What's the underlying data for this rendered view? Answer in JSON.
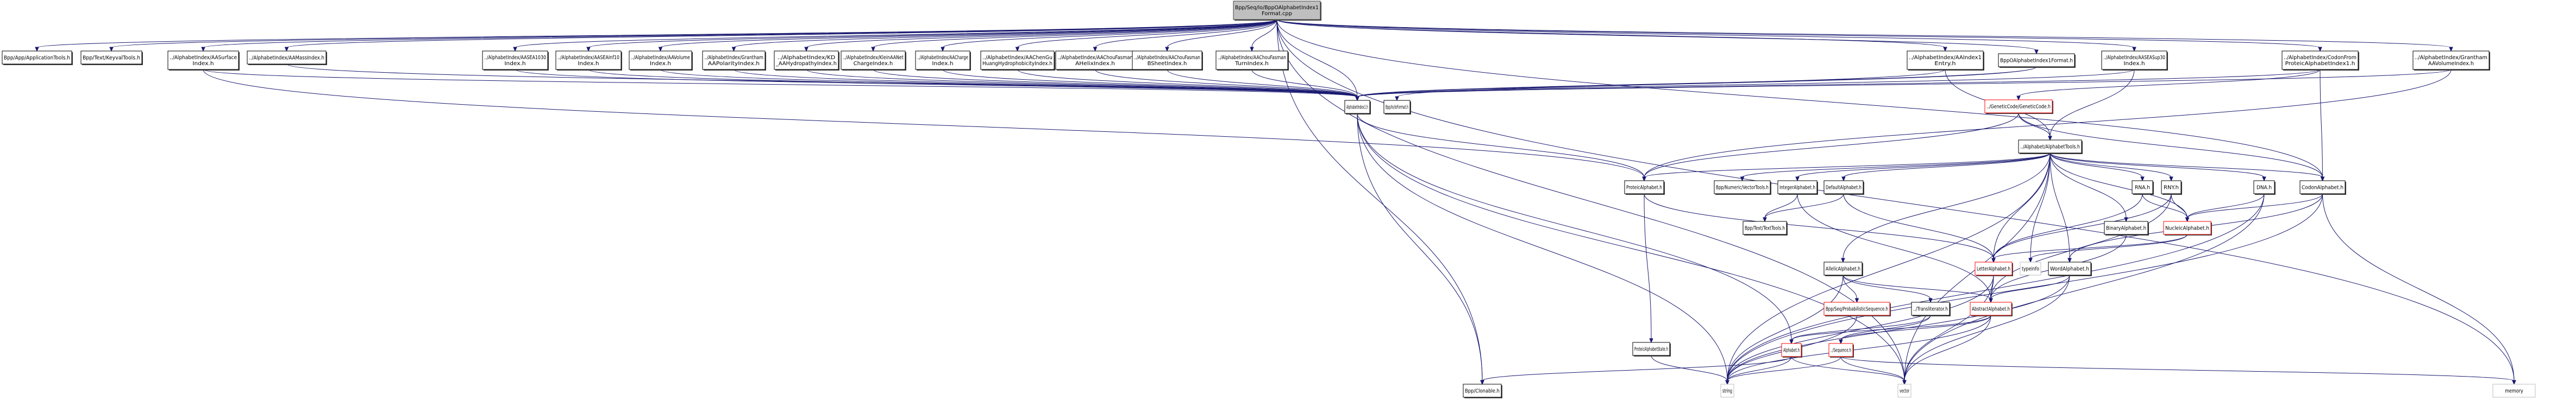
{
  "diagram": {
    "title": "Bpp/Seq/Io/BppOAlphabetIndex1Format.cpp include dependency graph",
    "edge_color": "#191970",
    "legend": {
      "root_fill": "#bfbfbf",
      "incomplete_border": "#ff0000",
      "system_border": "#bfbfbf"
    },
    "nodes": [
      {
        "id": "root",
        "lines": [
          "Bpp/Seq/Io/BppOAlphabetIndex1",
          "Format.cpp"
        ],
        "style": "root"
      },
      {
        "id": "apptools",
        "lines": [
          "Bpp/App/ApplicationTools.h"
        ],
        "style": "normal"
      },
      {
        "id": "keyval",
        "lines": [
          "Bpp/Text/KeyvalTools.h"
        ],
        "style": "normal"
      },
      {
        "id": "aasurface",
        "lines": [
          "../AlphabetIndex/AASurface",
          "Index.h"
        ],
        "style": "normal"
      },
      {
        "id": "aamass",
        "lines": [
          "../AlphabetIndex/AAMassIndex.h"
        ],
        "style": "normal"
      },
      {
        "id": "aasea1030",
        "lines": [
          "../AlphabetIndex/AASEA1030",
          "Index.h"
        ],
        "style": "normal"
      },
      {
        "id": "aaseainf10",
        "lines": [
          "../AlphabetIndex/AASEAInf10",
          "Index.h"
        ],
        "style": "normal"
      },
      {
        "id": "aavolume",
        "lines": [
          "../AlphabetIndex/AAVolume",
          "Index.h"
        ],
        "style": "normal"
      },
      {
        "id": "granthampol",
        "lines": [
          "../AlphabetIndex/Grantham",
          "AAPolarityIndex.h"
        ],
        "style": "normal"
      },
      {
        "id": "kd",
        "lines": [
          "../AlphabetIndex/KD",
          "_AAHydropathyIndex.h"
        ],
        "style": "normal"
      },
      {
        "id": "klein",
        "lines": [
          "../AlphabetIndex/KleinAANet",
          "ChargeIndex.h"
        ],
        "style": "normal"
      },
      {
        "id": "aacharge",
        "lines": [
          "../AlphabetIndex/AACharge",
          "Index.h"
        ],
        "style": "normal"
      },
      {
        "id": "chengu",
        "lines": [
          "../AlphabetIndex/AAChenGu",
          "HuangHydrophobicityIndex.h"
        ],
        "style": "normal"
      },
      {
        "id": "cfhelix",
        "lines": [
          "../AlphabetIndex/AAChouFasman",
          "AHelixIndex.h"
        ],
        "style": "normal"
      },
      {
        "id": "cfsheet",
        "lines": [
          "../AlphabetIndex/AAChouFasman",
          "BSheetIndex.h"
        ],
        "style": "normal"
      },
      {
        "id": "cfturn",
        "lines": [
          "../AlphabetIndex/AAChouFasman",
          "TurnIndex.h"
        ],
        "style": "normal"
      },
      {
        "id": "aaindex1",
        "lines": [
          "../AlphabetIndex/AAIndex1",
          "Entry.h"
        ],
        "style": "normal"
      },
      {
        "id": "bppofmt",
        "lines": [
          "BppOAlphabetIndex1Format.h"
        ],
        "style": "normal"
      },
      {
        "id": "aaseasup30",
        "lines": [
          "../AlphabetIndex/AASEASup30",
          "Index.h"
        ],
        "style": "normal"
      },
      {
        "id": "codonfrom",
        "lines": [
          "../AlphabetIndex/CodonFrom",
          "ProteicAlphabetIndex1.h"
        ],
        "style": "normal"
      },
      {
        "id": "granthamvol",
        "lines": [
          "../AlphabetIndex/Grantham",
          "AAVolumeIndex.h"
        ],
        "style": "normal"
      },
      {
        "id": "alphaindex1",
        "lines": [
          "AlphabetIndex1.h"
        ],
        "style": "normal"
      },
      {
        "id": "ioformat",
        "lines": [
          "Bpp/Io/IoFormat.h"
        ],
        "style": "normal"
      },
      {
        "id": "geneticcode",
        "lines": [
          "../GeneticCode/GeneticCode.h"
        ],
        "style": "red"
      },
      {
        "id": "alphatools",
        "lines": [
          "../Alphabet/AlphabetTools.h"
        ],
        "style": "normal"
      },
      {
        "id": "proteic",
        "lines": [
          "ProteicAlphabet.h"
        ],
        "style": "normal"
      },
      {
        "id": "vectortools",
        "lines": [
          "Bpp/Numeric/VectorTools.h"
        ],
        "style": "normal"
      },
      {
        "id": "integer",
        "lines": [
          "IntegerAlphabet.h"
        ],
        "style": "normal"
      },
      {
        "id": "default",
        "lines": [
          "DefaultAlphabet.h"
        ],
        "style": "normal"
      },
      {
        "id": "rna",
        "lines": [
          "RNA.h"
        ],
        "style": "normal"
      },
      {
        "id": "rny",
        "lines": [
          "RNY.h"
        ],
        "style": "normal"
      },
      {
        "id": "dna",
        "lines": [
          "DNA.h"
        ],
        "style": "normal"
      },
      {
        "id": "codon",
        "lines": [
          "CodonAlphabet.h"
        ],
        "style": "normal"
      },
      {
        "id": "texttools",
        "lines": [
          "Bpp/Text/TextTools.h"
        ],
        "style": "normal"
      },
      {
        "id": "binary",
        "lines": [
          "BinaryAlphabet.h"
        ],
        "style": "normal"
      },
      {
        "id": "nucleic",
        "lines": [
          "NucleicAlphabet.h"
        ],
        "style": "red"
      },
      {
        "id": "allelic",
        "lines": [
          "AllelicAlphabet.h"
        ],
        "style": "normal"
      },
      {
        "id": "letter",
        "lines": [
          "LetterAlphabet.h"
        ],
        "style": "red"
      },
      {
        "id": "typeinfo",
        "lines": [
          "typeinfo"
        ],
        "style": "grey"
      },
      {
        "id": "word",
        "lines": [
          "WordAlphabet.h"
        ],
        "style": "normal"
      },
      {
        "id": "probseq",
        "lines": [
          "Bpp/Seq/ProbabilisticSequence.h"
        ],
        "style": "red"
      },
      {
        "id": "translit",
        "lines": [
          "../Transliterator.h"
        ],
        "style": "normal"
      },
      {
        "id": "abstract",
        "lines": [
          "AbstractAlphabet.h"
        ],
        "style": "red"
      },
      {
        "id": "protstate",
        "lines": [
          "ProteicAlphabetState.h"
        ],
        "style": "normal"
      },
      {
        "id": "alphabet",
        "lines": [
          "Alphabet.h"
        ],
        "style": "red"
      },
      {
        "id": "sequence",
        "lines": [
          "../Sequence.h"
        ],
        "style": "red"
      },
      {
        "id": "clonable",
        "lines": [
          "Bpp/Clonable.h"
        ],
        "style": "normal"
      },
      {
        "id": "string",
        "lines": [
          "string"
        ],
        "style": "grey"
      },
      {
        "id": "vector",
        "lines": [
          "vector"
        ],
        "style": "grey"
      },
      {
        "id": "memory",
        "lines": [
          "memory"
        ],
        "style": "grey"
      }
    ],
    "edges": [
      [
        "root",
        "apptools"
      ],
      [
        "root",
        "keyval"
      ],
      [
        "root",
        "aasurface"
      ],
      [
        "root",
        "aamass"
      ],
      [
        "root",
        "aasea1030"
      ],
      [
        "root",
        "aaseainf10"
      ],
      [
        "root",
        "aavolume"
      ],
      [
        "root",
        "granthampol"
      ],
      [
        "root",
        "kd"
      ],
      [
        "root",
        "klein"
      ],
      [
        "root",
        "aacharge"
      ],
      [
        "root",
        "chengu"
      ],
      [
        "root",
        "cfhelix"
      ],
      [
        "root",
        "cfsheet"
      ],
      [
        "root",
        "cfturn"
      ],
      [
        "root",
        "aaindex1"
      ],
      [
        "root",
        "bppofmt"
      ],
      [
        "root",
        "aaseasup30"
      ],
      [
        "root",
        "codonfrom"
      ],
      [
        "root",
        "granthamvol"
      ],
      [
        "root",
        "alphaindex1"
      ],
      [
        "root",
        "clonable"
      ],
      [
        "root",
        "memory"
      ],
      [
        "root",
        "vector"
      ],
      [
        "root",
        "codon"
      ],
      [
        "aasurface",
        "alphaindex1"
      ],
      [
        "aasurface",
        "proteic"
      ],
      [
        "aamass",
        "alphaindex1"
      ],
      [
        "aasea1030",
        "alphaindex1"
      ],
      [
        "aaseainf10",
        "alphaindex1"
      ],
      [
        "aavolume",
        "alphaindex1"
      ],
      [
        "granthampol",
        "alphaindex1"
      ],
      [
        "kd",
        "alphaindex1"
      ],
      [
        "klein",
        "alphaindex1"
      ],
      [
        "aacharge",
        "alphaindex1"
      ],
      [
        "chengu",
        "alphaindex1"
      ],
      [
        "cfhelix",
        "alphaindex1"
      ],
      [
        "cfsheet",
        "alphaindex1"
      ],
      [
        "cfturn",
        "alphaindex1"
      ],
      [
        "aaindex1",
        "alphaindex1"
      ],
      [
        "aaindex1",
        "alphatools"
      ],
      [
        "bppofmt",
        "ioformat"
      ],
      [
        "bppofmt",
        "alphaindex1"
      ],
      [
        "aaseasup30",
        "alphaindex1"
      ],
      [
        "aaseasup30",
        "alphatools"
      ],
      [
        "codonfrom",
        "alphaindex1"
      ],
      [
        "codonfrom",
        "geneticcode"
      ],
      [
        "codonfrom",
        "codon"
      ],
      [
        "granthamvol",
        "alphaindex1"
      ],
      [
        "granthamvol",
        "proteic"
      ],
      [
        "alphaindex1",
        "proteic"
      ],
      [
        "alphaindex1",
        "alphabet"
      ],
      [
        "alphaindex1",
        "clonable"
      ],
      [
        "alphaindex1",
        "string"
      ],
      [
        "alphaindex1",
        "vector"
      ],
      [
        "geneticcode",
        "alphatools"
      ],
      [
        "geneticcode",
        "proteic"
      ],
      [
        "geneticcode",
        "codon"
      ],
      [
        "alphatools",
        "proteic"
      ],
      [
        "alphatools",
        "vectortools"
      ],
      [
        "alphatools",
        "integer"
      ],
      [
        "alphatools",
        "default"
      ],
      [
        "alphatools",
        "rna"
      ],
      [
        "alphatools",
        "rny"
      ],
      [
        "alphatools",
        "dna"
      ],
      [
        "alphatools",
        "codon"
      ],
      [
        "alphatools",
        "binary"
      ],
      [
        "alphatools",
        "nucleic"
      ],
      [
        "alphatools",
        "allelic"
      ],
      [
        "alphatools",
        "letter"
      ],
      [
        "alphatools",
        "typeinfo"
      ],
      [
        "alphatools",
        "word"
      ],
      [
        "alphatools",
        "string"
      ],
      [
        "alphatools",
        "vector"
      ],
      [
        "proteic",
        "letter"
      ],
      [
        "proteic",
        "protstate"
      ],
      [
        "integer",
        "texttools"
      ],
      [
        "integer",
        "abstract"
      ],
      [
        "default",
        "texttools"
      ],
      [
        "default",
        "letter"
      ],
      [
        "rna",
        "nucleic"
      ],
      [
        "rna",
        "letter"
      ],
      [
        "rny",
        "nucleic"
      ],
      [
        "rny",
        "letter"
      ],
      [
        "rny",
        "abstract"
      ],
      [
        "dna",
        "nucleic"
      ],
      [
        "dna",
        "string"
      ],
      [
        "dna",
        "vector"
      ],
      [
        "codon",
        "nucleic"
      ],
      [
        "codon",
        "word"
      ],
      [
        "codon",
        "string"
      ],
      [
        "codon",
        "memory"
      ],
      [
        "binary",
        "abstract"
      ],
      [
        "nucleic",
        "letter"
      ],
      [
        "nucleic",
        "typeinfo"
      ],
      [
        "allelic",
        "probseq"
      ],
      [
        "allelic",
        "translit"
      ],
      [
        "allelic",
        "abstract"
      ],
      [
        "allelic",
        "string"
      ],
      [
        "letter",
        "abstract"
      ],
      [
        "letter",
        "vector"
      ],
      [
        "letter",
        "string"
      ],
      [
        "word",
        "abstract"
      ],
      [
        "word",
        "string"
      ],
      [
        "word",
        "vector"
      ],
      [
        "probseq",
        "string"
      ],
      [
        "translit",
        "alphabet"
      ],
      [
        "translit",
        "sequence"
      ],
      [
        "abstract",
        "alphabet"
      ],
      [
        "abstract",
        "string"
      ],
      [
        "abstract",
        "vector"
      ],
      [
        "abstract",
        "sequence"
      ],
      [
        "protstate",
        "string"
      ],
      [
        "alphabet",
        "clonable"
      ],
      [
        "alphabet",
        "string"
      ],
      [
        "alphabet",
        "vector"
      ],
      [
        "sequence",
        "string"
      ],
      [
        "sequence",
        "vector"
      ],
      [
        "sequence",
        "memory"
      ]
    ]
  }
}
